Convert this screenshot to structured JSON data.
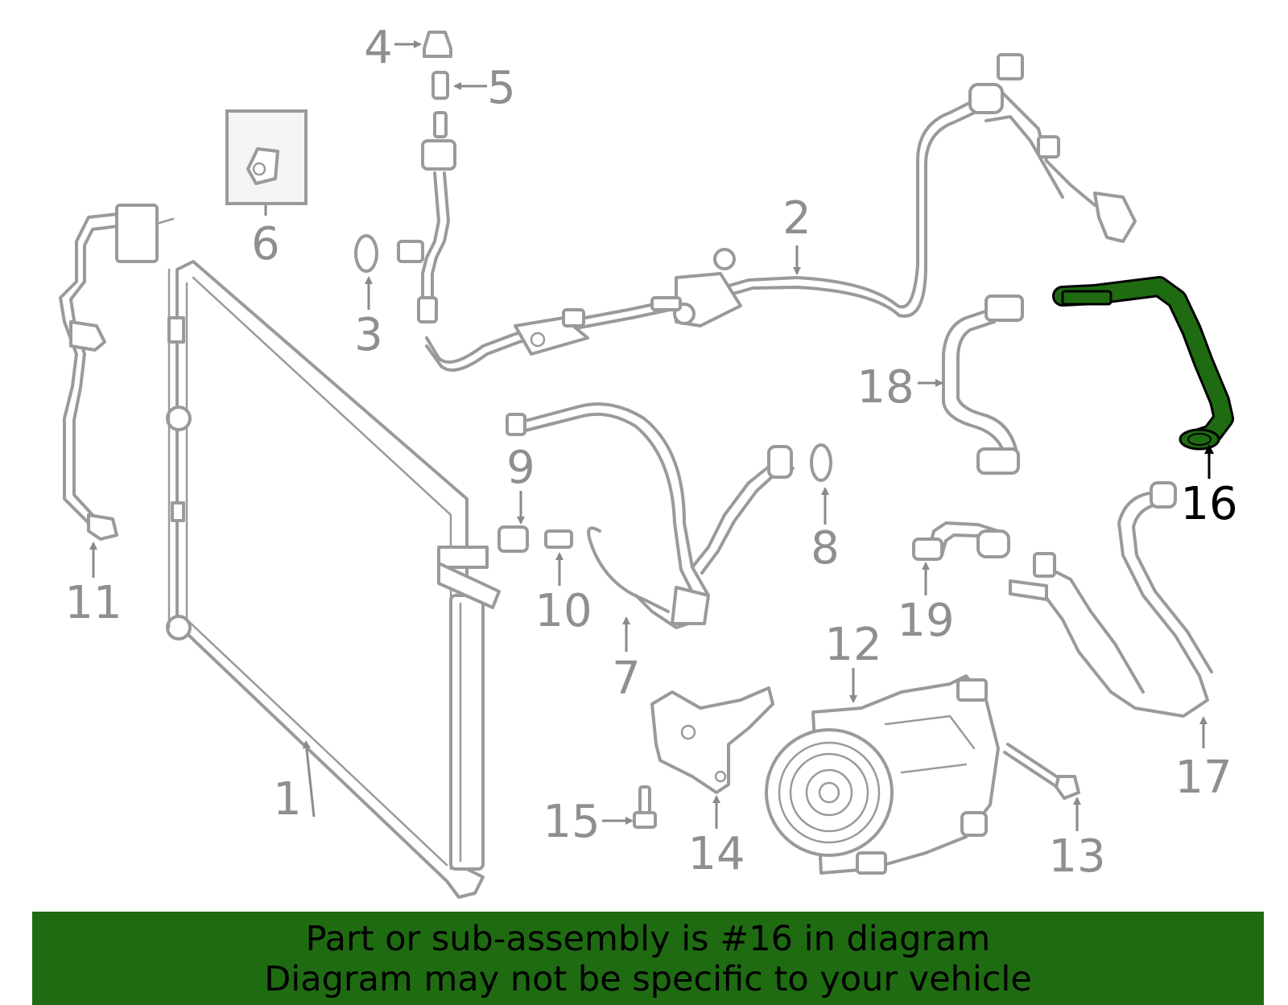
{
  "callouts": {
    "c1": "1",
    "c2": "2",
    "c3": "3",
    "c4": "4",
    "c5": "5",
    "c6": "6",
    "c7": "7",
    "c8": "8",
    "c9": "9",
    "c10": "10",
    "c11": "11",
    "c12": "12",
    "c13": "13",
    "c14": "14",
    "c15": "15",
    "c16": "16",
    "c17": "17",
    "c18": "18",
    "c19": "19"
  },
  "highlight": {
    "part_number": "16",
    "color": "#1f6b12",
    "outline_color": "#000000"
  },
  "footer": {
    "line1": "Part or sub-assembly is #16 in diagram",
    "line2": "Diagram may not be specific to your vehicle",
    "background": "#1f6b12"
  },
  "colors": {
    "part_stroke": "#9a9a9a",
    "background": "#ffffff"
  }
}
